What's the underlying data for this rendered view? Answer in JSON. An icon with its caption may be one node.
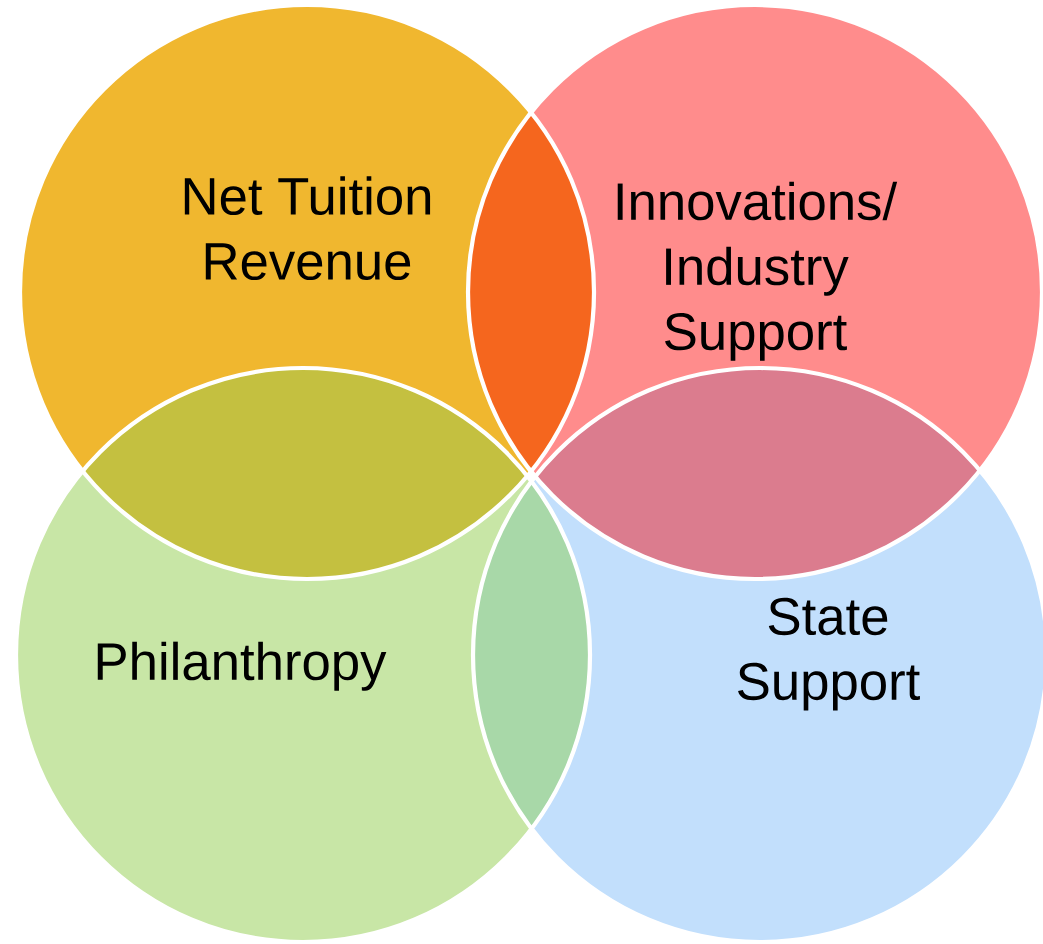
{
  "diagram": {
    "nodes": [
      {
        "text": [
          "Net Tuition Revenue"
        ]
      },
      {
        "text": [
          "Innovations/ Industry Support"
        ]
      },
      {
        "text": [
          "Philanthropy"
        ]
      },
      {
        "text": [
          "State Support"
        ]
      }
    ]
  }
}
